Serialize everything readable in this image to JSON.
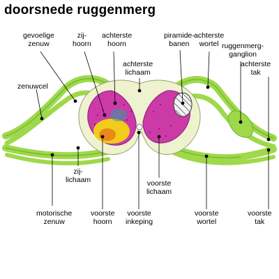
{
  "title": "doorsnede ruggenmerg",
  "labels": {
    "gevoelige_zenuw": "gevoelige\nzenuw",
    "zijhoorn": "zij-\nhoorn",
    "achterste_hoorn": "achterste\nhoorn",
    "piramidebanen": "piramide-\nbanen",
    "achterste_wortel": "achterste\nwortel",
    "ruggenmergganglion": "ruggenmerg-\nganglion",
    "achterste_lichaam": "achterste\nlichaam",
    "achterste_tak": "achterste\ntak",
    "zenuwcel": "zenuwcel",
    "zijlichaam": "zij-\nlichaam",
    "voorste_lichaam": "voorste\nlichaam",
    "motorische_zenuw": "motorische\nzenuw",
    "voorste_hoorn": "voorste\nhoorn",
    "voorste_inkeping": "voorste\ninkeping",
    "voorste_wortel": "voorste\nwortel",
    "voorste_tak": "voorste\ntak"
  },
  "colors": {
    "nerve": "#9fd84a",
    "nerve_dark": "#5aa02a",
    "white_matter": "#eef2cf",
    "grey_matter": "#cc3aa8",
    "horn_yellow": "#f2cc1a",
    "horn_orange": "#e88a1a",
    "leader": "#000000"
  }
}
